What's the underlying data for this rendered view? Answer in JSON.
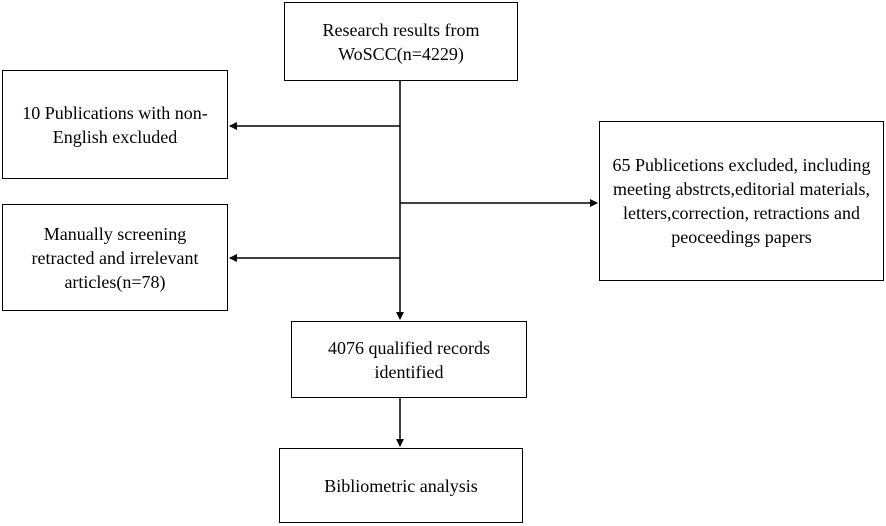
{
  "boxes": {
    "research": {
      "lines": [
        "Research results from",
        "WoSCC(n=4229)"
      ]
    },
    "nonenglish": {
      "lines": [
        "10 Publications with non-",
        "English excluded"
      ]
    },
    "manual": {
      "lines": [
        "Manually screening",
        "retracted and irrelevant",
        "articles(n=78)"
      ]
    },
    "excluded65": {
      "lines": [
        "65 Publicetions excluded, including",
        "meeting abstrcts,editorial materials,",
        "letters,correction, retractions and",
        "peoceedings papers"
      ]
    },
    "qualified": {
      "lines": [
        "4076 qualified records",
        "identified"
      ]
    },
    "bibliometric": {
      "lines": [
        "Bibliometric analysis"
      ]
    }
  },
  "colors": {
    "stroke": "#000000",
    "fill": "#ffffff"
  }
}
